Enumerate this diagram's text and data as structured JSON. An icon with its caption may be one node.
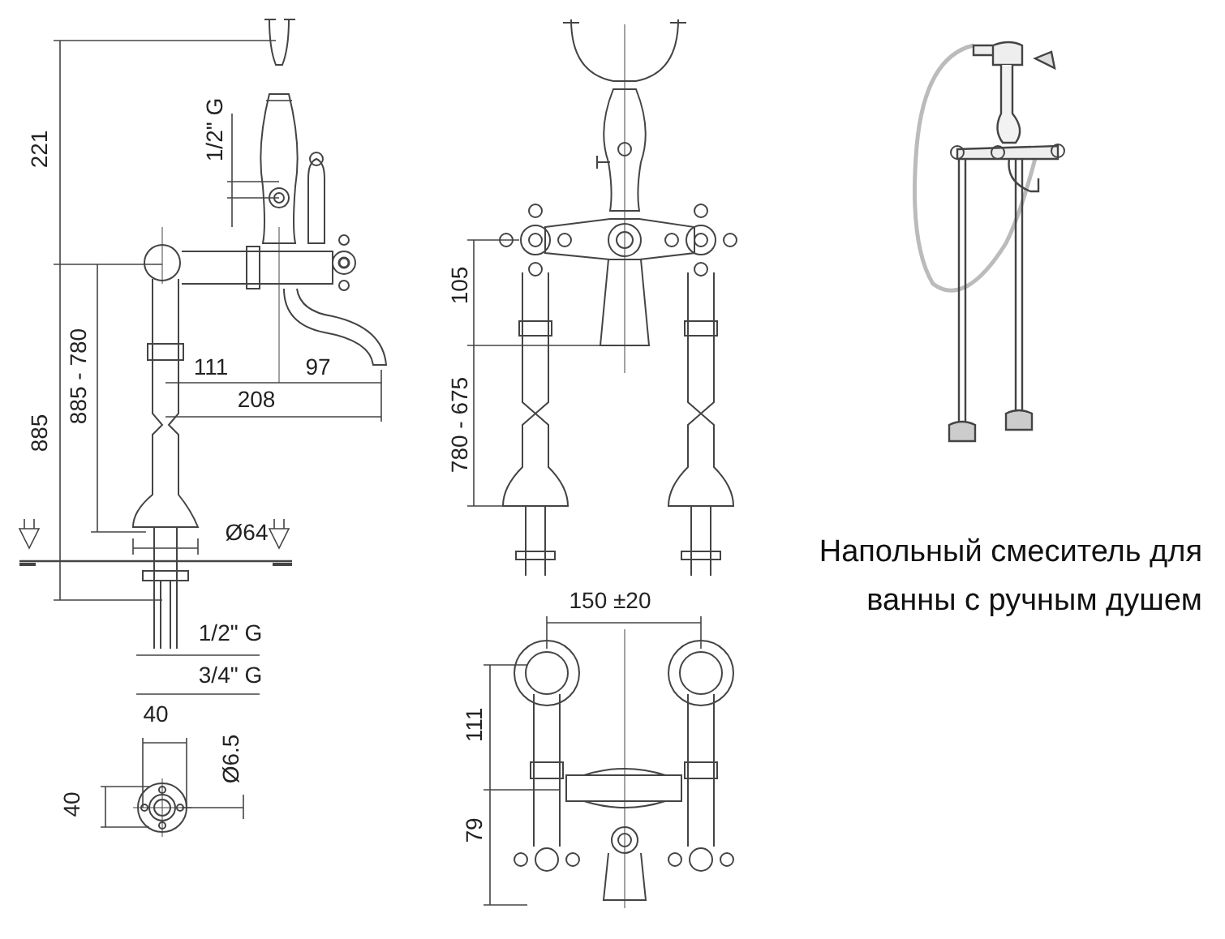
{
  "diagram": {
    "labels": [
      "221",
      "1/2\" G",
      "885",
      "885 - 780",
      "111",
      "97",
      "208",
      "Ø64",
      "1/2\" G",
      "3/4\" G",
      "40",
      "40",
      "Ø6.5",
      "105",
      "780 - 675",
      "150 ±20",
      "111",
      "79",
      "Напольный смеситель для ванны с ручным душем"
    ]
  }
}
